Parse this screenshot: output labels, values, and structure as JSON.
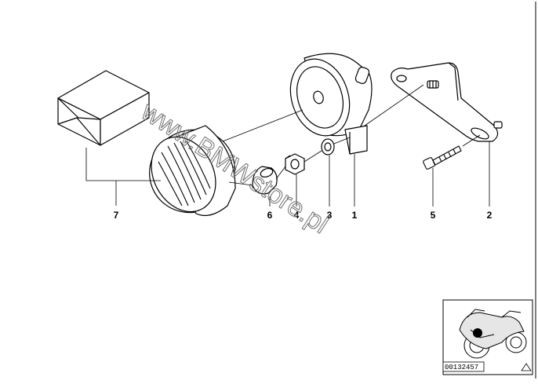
{
  "watermark": "www.BMWstore.pl",
  "callouts": {
    "horn": "1",
    "bracket": "2",
    "washer": "3",
    "hex_nut": "4",
    "bolt": "5",
    "cap_nut": "6",
    "grille_kit": "7"
  },
  "thumbnail": {
    "part_number": "00132457"
  },
  "colors": {
    "line": "#000000",
    "background": "#ffffff",
    "watermark": "#6f6f6f",
    "marker": "#000000"
  },
  "icons": {
    "corner_mark": "triangle-icon"
  }
}
